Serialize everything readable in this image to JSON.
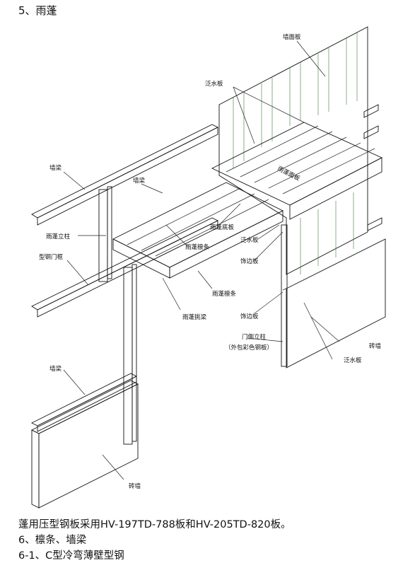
{
  "section_title": "5、雨蓬",
  "labels": {
    "wall_panel": "墙面板",
    "flashing_top": "泛水板",
    "wall_beam_left": "墙梁",
    "wall_beam_mid": "墙梁",
    "canopy_surface": "雨蓬面板",
    "canopy_post": "雨蓬立柱",
    "door_frame": "型钢门框",
    "canopy_soffit": "雨蓬底板",
    "canopy_purlin_a": "雨蓬檩条",
    "flashing_mid": "泛水板",
    "trim_a": "饰边板",
    "canopy_purlin_b": "雨蓬檩条",
    "canopy_beam": "雨蓬挑梁",
    "trim_b": "饰边板",
    "door_post": "门侧立柱",
    "door_post_note": "（外包彩色钢板）",
    "brick_wall_right": "砖墙",
    "flashing_bottom": "泛水板",
    "wall_beam_low": "墙梁",
    "brick_wall_left": "砖墙"
  },
  "text_lines": [
    "蓬用压型钢板采用HV-197TD-788板和HV-205TD-820板。",
    "6、檩条、墙梁",
    "6-1、C型冷弯薄壁型钢"
  ]
}
